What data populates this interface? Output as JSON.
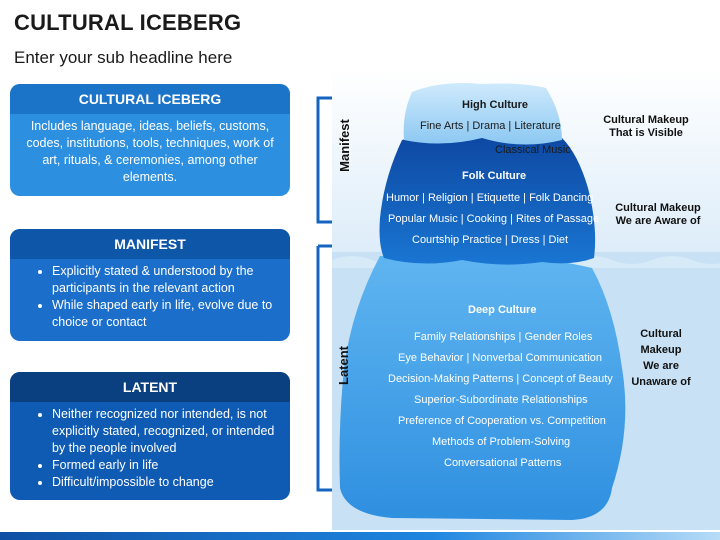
{
  "header": {
    "title": "CULTURAL ICEBERG",
    "subtitle": "Enter your sub headline here"
  },
  "panels": {
    "iceberg": {
      "heading": "CULTURAL ICEBERG",
      "text": "Includes language, ideas, beliefs, customs, codes, institutions, tools, techniques, work of art, rituals, & ceremonies, among other elements."
    },
    "manifest": {
      "heading": "MANIFEST",
      "bullets": [
        "Explicitly stated & understood by the participants in the relevant action",
        "While shaped early in life, evolve due to choice or contact"
      ]
    },
    "latent": {
      "heading": "LATENT",
      "bullets": [
        "Neither recognized nor intended, is not explicitly stated, recognized, or intended by the people involved",
        "Formed early in life",
        "Difficult/impossible to change"
      ]
    }
  },
  "diagram": {
    "axis_labels": {
      "manifest": "Manifest",
      "latent": "Latent"
    },
    "high": {
      "title": "High Culture",
      "items": [
        "Fine Arts | Drama | Literature",
        "Classical Music"
      ],
      "side": [
        "Cultural Makeup",
        "That is Visible"
      ]
    },
    "folk": {
      "title": "Folk Culture",
      "items": [
        "Humor | Religion | Etiquette | Folk Dancing",
        "Popular Music | Cooking | Rites of Passage",
        "Courtship Practice | Dress | Diet"
      ],
      "side": [
        "Cultural Makeup",
        "We are Aware of"
      ]
    },
    "deep": {
      "title": "Deep Culture",
      "items": [
        "Family Relationships | Gender Roles",
        "Eye Behavior | Nonverbal Communication",
        "Decision-Making Patterns | Concept of Beauty",
        "Superior-Subordinate Relationships",
        "Preference of Cooperation vs. Competition",
        "Methods of Problem-Solving",
        "Conversational Patterns"
      ],
      "side": [
        "Cultural",
        "Makeup",
        "We are",
        "Unaware of"
      ]
    }
  },
  "colors": {
    "sky": "#eaf4fc",
    "water": "#c9e2f6",
    "ice_top": "#9fd2f5",
    "ice_mid": "#1565c0",
    "ice_deep": "#3aa0ea",
    "arrow": "#1565c0"
  }
}
